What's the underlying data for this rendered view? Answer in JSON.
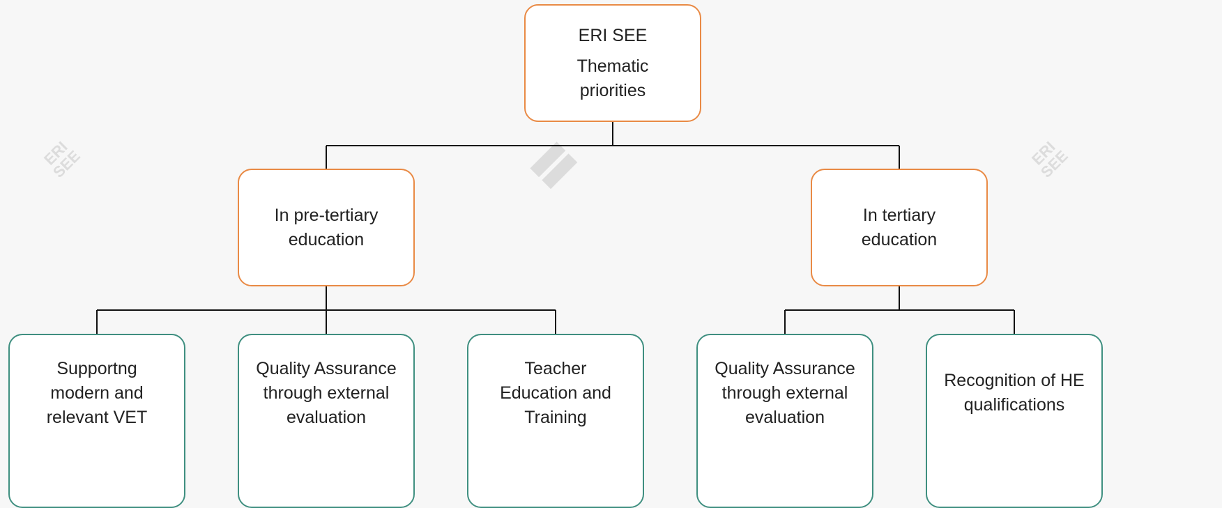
{
  "colors": {
    "background": "#f7f7f7",
    "root_border": "#e98a45",
    "level1_border": "#e98a45",
    "leaf_border": "#3f8f80",
    "connector": "#111111"
  },
  "root": {
    "line1": "ERI SEE",
    "line2": "Thematic priorities"
  },
  "branches": [
    {
      "label": "In pre-tertiary education",
      "children": [
        "Supportng modern and relevant VET",
        "Quality Assurance through external evaluation",
        "Teacher Education and Training"
      ]
    },
    {
      "label": "In tertiary education",
      "children": [
        "Quality Assurance through external evaluation",
        "Recognition of HE qualifications"
      ]
    }
  ],
  "watermarks": [
    {
      "text": "ERI SEE",
      "icon": "eri-see-logo-watermark"
    },
    {
      "text": "",
      "icon": "eri-see-logo-watermark"
    },
    {
      "text": "ERI SEE",
      "icon": "eri-see-logo-watermark"
    }
  ]
}
